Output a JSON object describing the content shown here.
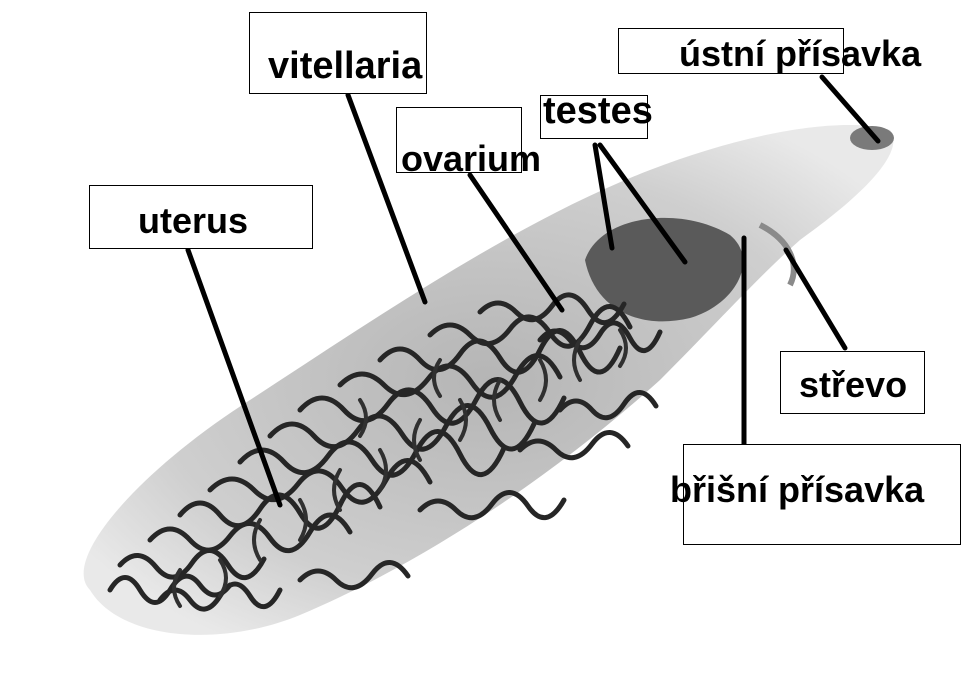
{
  "labels": {
    "vitellaria": "vitellaria",
    "ustni_prisavka": "ústní přísavka",
    "testes": "testes",
    "ovarium": "ovarium",
    "uterus": "uterus",
    "strevo": "střevo",
    "brisni_prisavka": "břišní přísavka"
  },
  "colors": {
    "line": "#000000",
    "body": "#bdbdbd",
    "organ": "#2b2b2b"
  }
}
